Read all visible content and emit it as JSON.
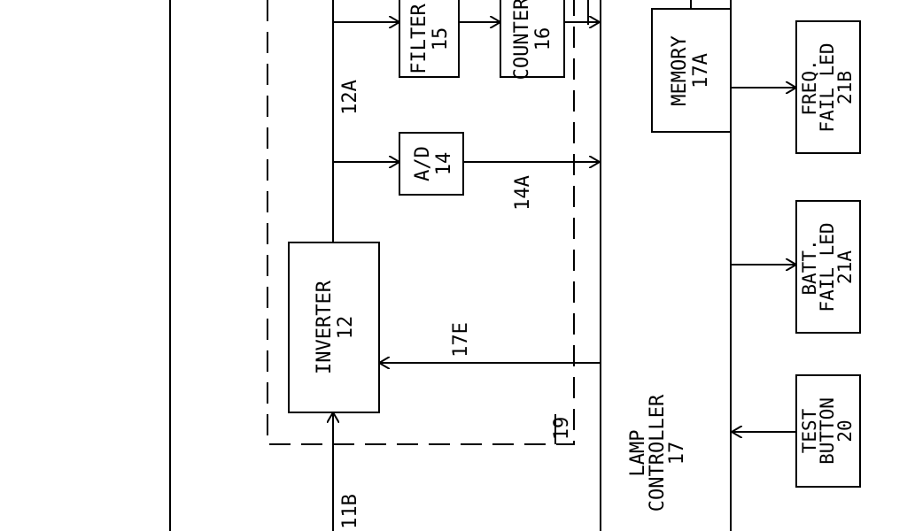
{
  "blocks": {
    "filter": {
      "line1": "FILTER",
      "line2": "15"
    },
    "counter": {
      "line1": "COUNTER",
      "line2": "16"
    },
    "memory": {
      "line1": "MEMORY",
      "line2": "17A"
    },
    "ad": {
      "line1": "A/D",
      "line2": "14"
    },
    "inverter": {
      "line1": "INVERTER",
      "line2": "12"
    },
    "freq_led": {
      "line1": "FREQ.",
      "line2": "FAIL LED",
      "line3": "21B"
    },
    "batt_led": {
      "line1": "BATT.",
      "line2": "FAIL LED",
      "line3": "21A"
    },
    "test_button": {
      "line1": "TEST",
      "line2": "BUTTON",
      "line3": "20"
    },
    "lamp_controller": {
      "line1": "LAMP",
      "line2": "CONTROLLER",
      "line3": "17"
    }
  },
  "signals": {
    "s12a": "12A",
    "s14a": "14A",
    "s17e": "17E",
    "s19": "19",
    "s11b": "11B"
  }
}
